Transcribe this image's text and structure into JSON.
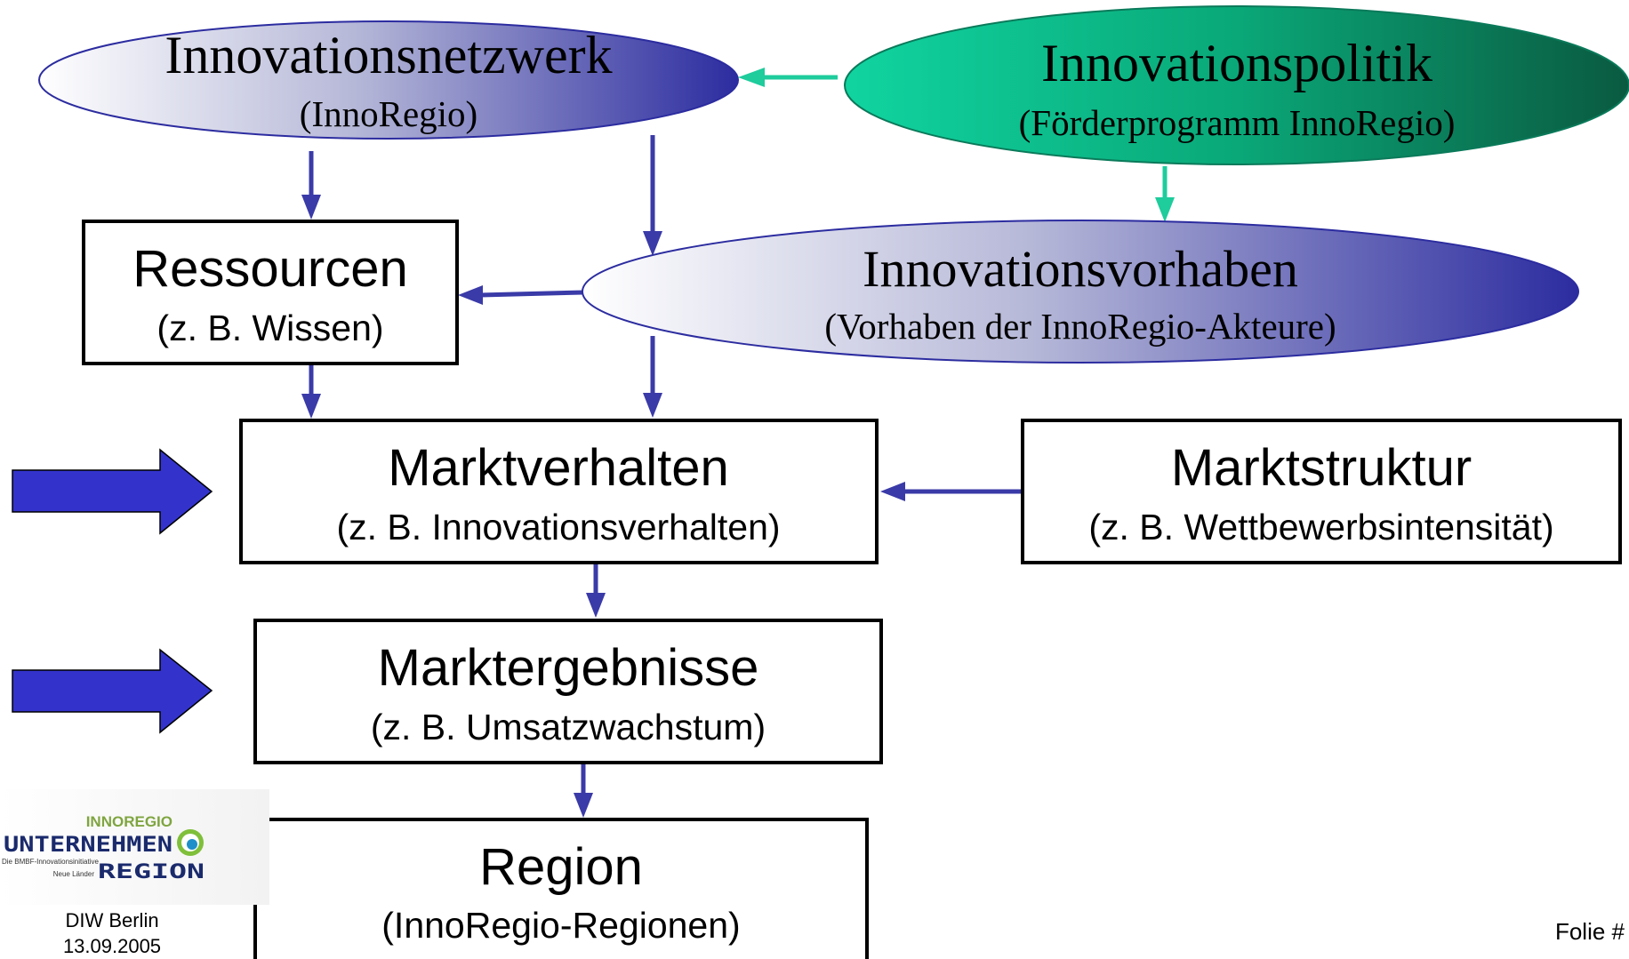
{
  "nodes": {
    "innovationsnetzwerk": {
      "title": "Innovationsnetzwerk",
      "subtitle": "(InnoRegio)"
    },
    "innovationspolitik": {
      "title": "Innovationspolitik",
      "subtitle": "(Förderprogramm InnoRegio)"
    },
    "innovationsvorhaben": {
      "title": "Innovationsvorhaben",
      "subtitle": "(Vorhaben der InnoRegio-Akteure)"
    },
    "ressourcen": {
      "title": "Ressourcen",
      "subtitle": "(z. B. Wissen)"
    },
    "marktverhalten": {
      "title": "Marktverhalten",
      "subtitle": "(z. B. Innovationsverhalten)"
    },
    "marktstruktur": {
      "title": "Marktstruktur",
      "subtitle": "(z. B. Wettbewerbsintensität)"
    },
    "marktergebnisse": {
      "title": "Marktergebnisse",
      "subtitle": "(z. B. Umsatzwachstum)"
    },
    "region": {
      "title": "Region",
      "subtitle": "(InnoRegio-Regionen)"
    }
  },
  "edges": [
    {
      "from": "innovationspolitik",
      "to": "innovationsnetzwerk",
      "color": "green"
    },
    {
      "from": "innovationspolitik",
      "to": "innovationsvorhaben",
      "color": "green"
    },
    {
      "from": "innovationsnetzwerk",
      "to": "ressourcen",
      "color": "blue"
    },
    {
      "from": "innovationsnetzwerk",
      "to": "innovationsvorhaben",
      "color": "blue"
    },
    {
      "from": "innovationsvorhaben",
      "to": "ressourcen",
      "color": "blue"
    },
    {
      "from": "ressourcen",
      "to": "marktverhalten",
      "color": "blue"
    },
    {
      "from": "innovationsvorhaben",
      "to": "marktverhalten",
      "color": "blue"
    },
    {
      "from": "marktstruktur",
      "to": "marktverhalten",
      "color": "blue"
    },
    {
      "from": "marktverhalten",
      "to": "marktergebnisse",
      "color": "blue"
    },
    {
      "from": "marktergebnisse",
      "to": "region",
      "color": "blue"
    }
  ],
  "logo": {
    "top_text": "INNOREGIO",
    "main_text": "UNTERNEHMEN",
    "small_text_1": "Die BMBF-Innovationsinitiative",
    "small_text_2": "Neue Länder",
    "region_text": "REGION"
  },
  "footer": {
    "organization": "DIW Berlin",
    "date": "13.09.2005",
    "folio": "Folie #"
  },
  "colors": {
    "blue_arrow": "#3a3aa8",
    "green_arrow": "#1ecc9c",
    "side_arrow": "#3333cc",
    "logo_green": "#7fa540",
    "logo_navy": "#1a2a6c"
  }
}
